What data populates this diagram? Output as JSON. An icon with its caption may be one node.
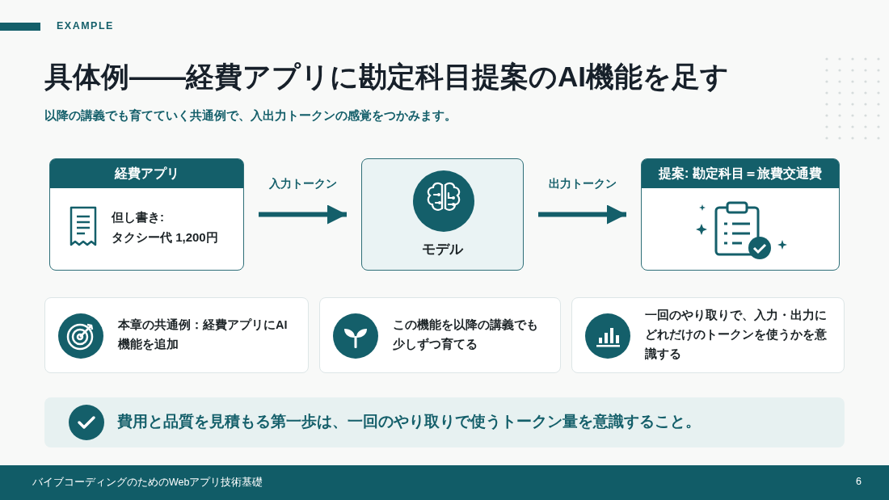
{
  "diagram": {
    "title": "具体例——経費アプリに勘定科目提案のAI機能を足す",
    "nodes": [
      {
        "text": [
          "経費アプリ",
          "但し書き: タクシー代 1,200円"
        ]
      },
      {
        "text": [
          "モデル"
        ]
      },
      {
        "text": [
          "提案: 勘定科目＝旅費交通費"
        ]
      },
      {
        "text": [
          "本章の共通例：経費アプリにAI機能を追加"
        ]
      },
      {
        "text": [
          "この機能を以降の講義でも少しずつ育てる"
        ]
      },
      {
        "text": [
          "一回のやり取りで、入力・出力にどれだけのトークンを使うかを意識する"
        ]
      },
      {
        "text": [
          "費用と品質を見積もる第一歩は、一回のやり取りで使うトークン量を意識すること。"
        ]
      }
    ],
    "edges": [
      {
        "from": 0,
        "to": 1,
        "arrow": "to",
        "label": "入力トークン"
      },
      {
        "from": 1,
        "to": 2,
        "arrow": "to",
        "label": "出力トークン"
      }
    ],
    "labels": [
      "EXAMPLE",
      "以降の講義でも育てていく共通例で、入出力トークンの感覚をつかみます。",
      "バイブコーディングのためのWebアプリ技術基礎",
      "6"
    ]
  }
}
